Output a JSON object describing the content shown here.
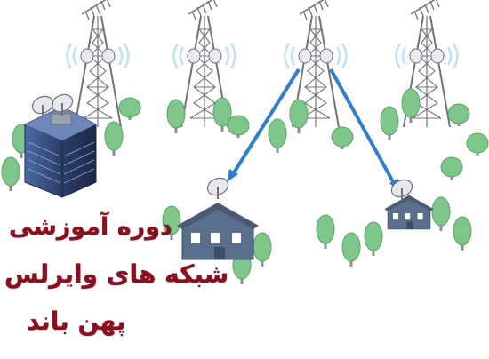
{
  "title": {
    "line1": "دوره آموزشی",
    "line2": "شبکه های وایرلس",
    "line3": "پهن باند"
  },
  "colors": {
    "title_red": "#8b0f1e",
    "tree_green": "#7fc68a",
    "tower_gray": "#6f7378",
    "beam_blue": "#2f7fd0",
    "building_blue": "#2c3f6b",
    "house_blue": "#5a6f8c"
  },
  "icons": [
    "antenna-tower-icon",
    "satellite-dish-icon",
    "house-icon",
    "office-building-icon",
    "tree-icon",
    "wireless-signal-icon"
  ]
}
